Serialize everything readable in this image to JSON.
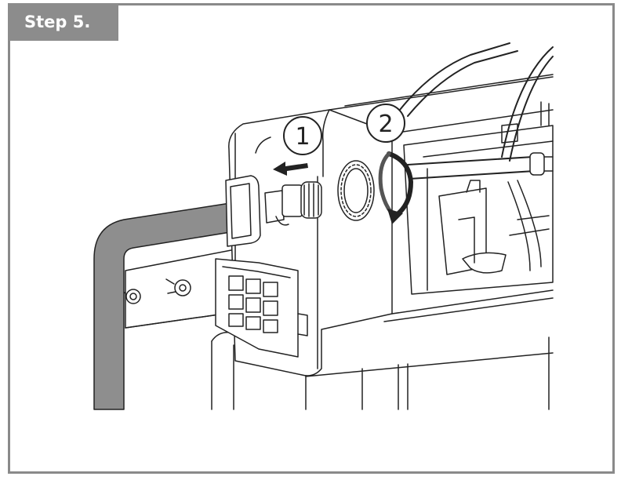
{
  "header": {
    "step_label": "Step 5."
  },
  "illustration": {
    "callouts": [
      {
        "number": "1",
        "action": "arrow-left"
      },
      {
        "number": "2",
        "action": "rotate-down"
      }
    ],
    "colors": {
      "frame": "#8a8a8a",
      "tab": "#8c8c8c",
      "hose": "#8e8e8e",
      "line": "#222222"
    }
  }
}
